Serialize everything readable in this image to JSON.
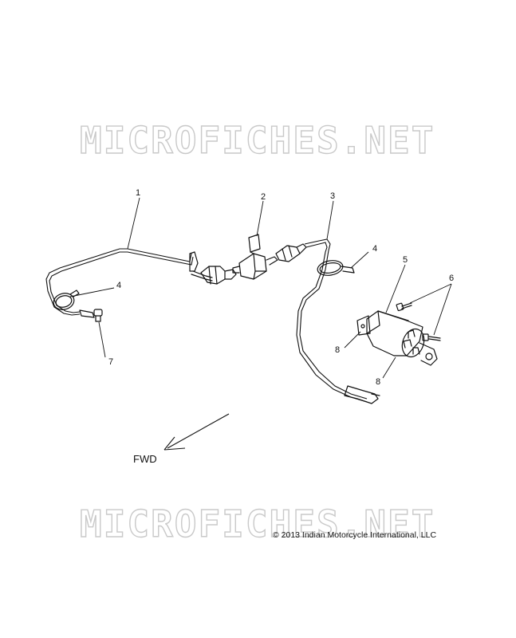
{
  "watermarks": [
    "MICROFICHES.NET",
    "MICROFICHES.NET"
  ],
  "callouts": {
    "c1": "1",
    "c2": "2",
    "c3": "3",
    "c4a": "4",
    "c4b": "4",
    "c5": "5",
    "c6": "6",
    "c7": "7",
    "c8a": "8",
    "c8b": "8"
  },
  "direction_label": "FWD",
  "copyright": "© 2013 Indian Motorcycle International, LLC"
}
